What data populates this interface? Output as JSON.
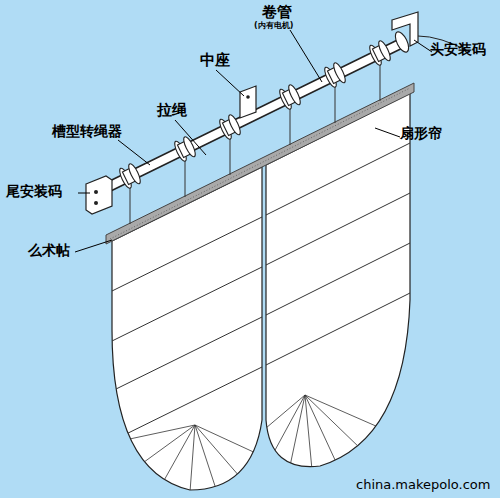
{
  "diagram": {
    "labels": [
      "卷管",
      "(内有电机)",
      "中座",
      "头安装码",
      "拉绳",
      "扇形帘",
      "槽型转绳器",
      "尾安装码",
      "么术帖",
      "china.makepolo.com"
    ]
  }
}
